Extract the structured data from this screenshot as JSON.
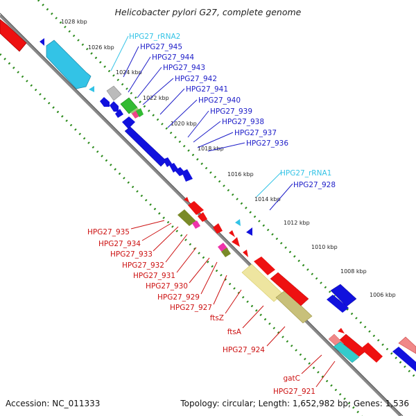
{
  "title": "Helicobacter pylori G27, complete genome",
  "footer": {
    "accession": "Accession: NC_011333",
    "info": "Topology: circular; Length: 1,652,982 bp; Genes: 1,536"
  },
  "colors": {
    "forward_cds": "#ee1111",
    "reverse_cds": "#1111dd",
    "rrna": "#33c3e6",
    "backbone": "#888888",
    "tick_dots": "#2a8a1a"
  },
  "scale_labels": [
    "1028 kbp",
    "1026 kbp",
    "1024 kbp",
    "1022 kbp",
    "1020 kbp",
    "1018 kbp",
    "1016 kbp",
    "1014 kbp",
    "1012 kbp",
    "1010 kbp",
    "1008 kbp",
    "1006 kbp"
  ],
  "top_labels": [
    "HPG27_rRNA2",
    "HPG27_945",
    "HPG27_944",
    "HPG27_943",
    "HPG27_942",
    "HPG27_941",
    "HPG27_940",
    "HPG27_939",
    "HPG27_938",
    "HPG27_937",
    "HPG27_936",
    "HPG27_rRNA1",
    "HPG27_928"
  ],
  "bottom_labels": [
    "HPG27_935",
    "HPG27_934",
    "HPG27_933",
    "HPG27_932",
    "HPG27_931",
    "HPG27_930",
    "HPG27_929",
    "HPG27_927",
    "ftsZ",
    "ftsA",
    "HPG27_924",
    "gatC",
    "HPG27_921"
  ]
}
